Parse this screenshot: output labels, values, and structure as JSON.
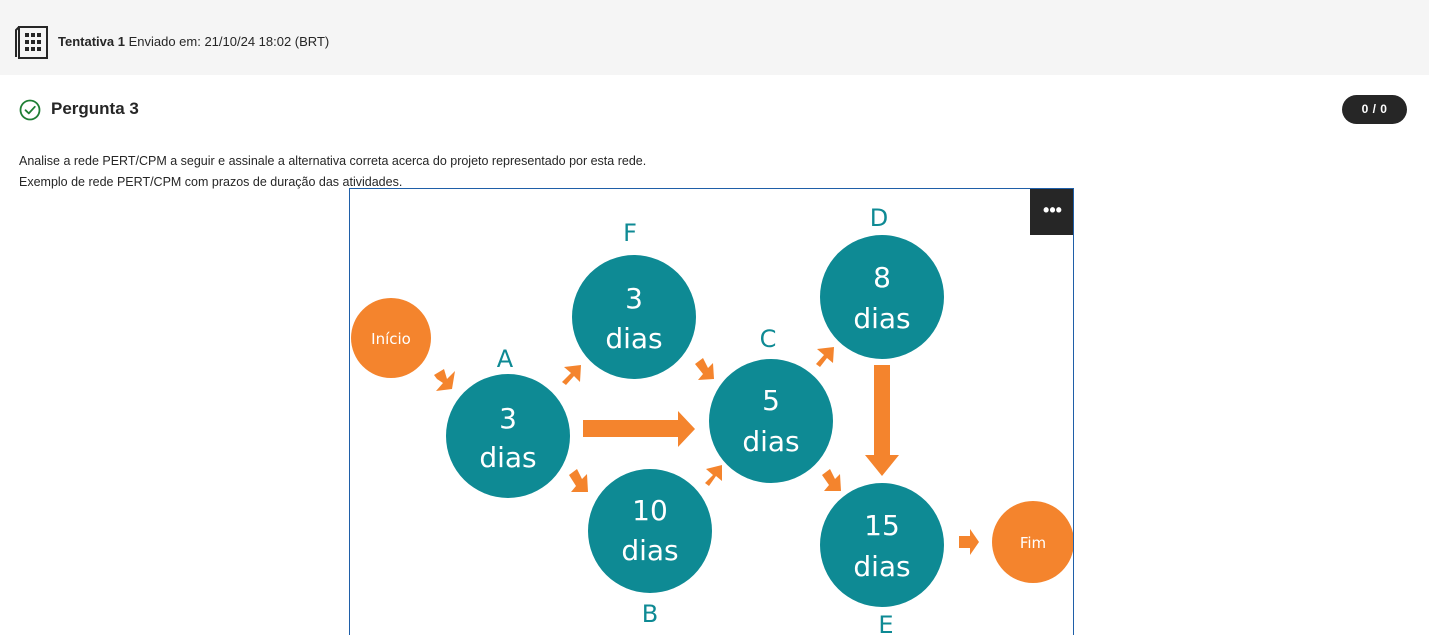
{
  "attempt": {
    "label": "Tentativa 1",
    "submitted": "Enviado em: 21/10/24 18:02 (BRT)",
    "icon": "calculator-icon"
  },
  "question": {
    "status_icon": "check-circle-icon",
    "title": "Pergunta 3",
    "score": "0 / 0",
    "prompt_line1": "Analise a rede PERT/CPM a seguir e assinale a alternativa correta acerca do projeto representado por esta rede.",
    "prompt_line2": "Exemplo de rede PERT/CPM com prazos de duração das atividades."
  },
  "figure": {
    "more_label": "•••",
    "colors": {
      "teal": "#0e8a94",
      "orange": "#f4842d"
    },
    "start": "Início",
    "end": "Fim",
    "nodes": {
      "A": {
        "letter": "A",
        "num": "3",
        "unit": "dias"
      },
      "F": {
        "letter": "F",
        "num": "3",
        "unit": "dias"
      },
      "B": {
        "letter": "B",
        "num": "10",
        "unit": "dias"
      },
      "C": {
        "letter": "C",
        "num": "5",
        "unit": "dias"
      },
      "D": {
        "letter": "D",
        "num": "8",
        "unit": "dias"
      },
      "E": {
        "letter": "E",
        "num": "15",
        "unit": "dias"
      }
    }
  }
}
